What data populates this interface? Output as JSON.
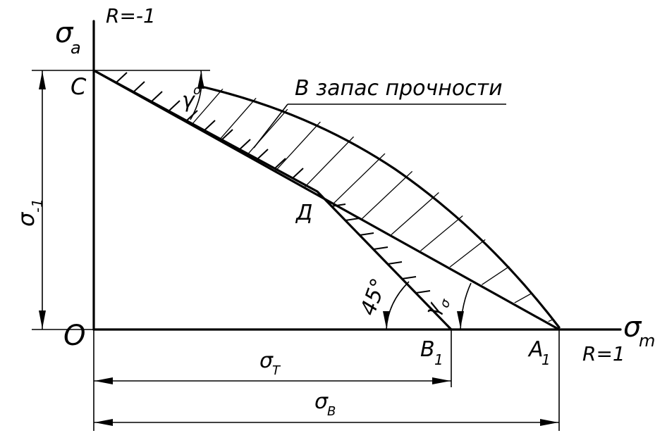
{
  "labels": {
    "sigma_a": "σ",
    "sigma_a_sub": "a",
    "r_minus": "R=-1",
    "point_c": "C",
    "reserve_zone": "В запас прочности",
    "gamma_top": "γ",
    "gamma_top_sub": "σ",
    "sigma_minus1": "σ",
    "sigma_minus1_sub": "-1",
    "point_d": "Д",
    "angle_45": "45°",
    "gamma_bottom": "γ",
    "gamma_bottom_sub": "σ",
    "origin": "O",
    "sigma_m": "σ",
    "sigma_m_sub": "m",
    "point_b1": "B",
    "point_b1_sub": "1",
    "point_a1": "A",
    "point_a1_sub": "1",
    "r_plus": "R=1",
    "sigma_t": "σ",
    "sigma_t_sub": "T",
    "sigma_b": "σ",
    "sigma_b_sub": "B"
  }
}
